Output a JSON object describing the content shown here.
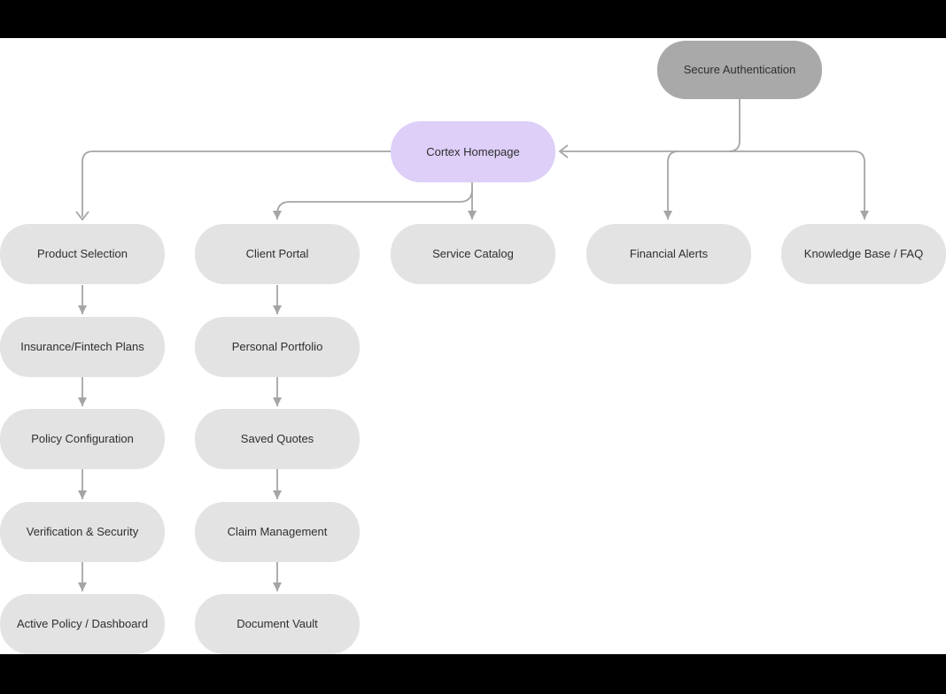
{
  "diagram": {
    "nodes": {
      "secure_auth": "Secure Authentication",
      "cortex_homepage": "Cortex Homepage",
      "product_selection": "Product Selection",
      "client_portal": "Client Portal",
      "service_catalog": "Service Catalog",
      "financial_alerts": "Financial Alerts",
      "knowledge_base": "Knowledge Base / FAQ",
      "insurance_fintech": "Insurance/Fintech Plans",
      "personal_portfolio": "Personal Portfolio",
      "policy_configuration": "Policy Configuration",
      "saved_quotes": "Saved Quotes",
      "verification_security": "Verification & Security",
      "claim_management": "Claim Management",
      "active_policy": "Active Policy / Dashboard",
      "document_vault": "Document Vault"
    },
    "edges": [
      {
        "from": "secure_auth",
        "to": "cortex_homepage"
      },
      {
        "from": "cortex_homepage",
        "to": "product_selection"
      },
      {
        "from": "cortex_homepage",
        "to": "client_portal"
      },
      {
        "from": "cortex_homepage",
        "to": "service_catalog"
      },
      {
        "from": "cortex_homepage",
        "to": "financial_alerts"
      },
      {
        "from": "cortex_homepage",
        "to": "knowledge_base"
      },
      {
        "from": "product_selection",
        "to": "insurance_fintech"
      },
      {
        "from": "insurance_fintech",
        "to": "policy_configuration"
      },
      {
        "from": "policy_configuration",
        "to": "verification_security"
      },
      {
        "from": "verification_security",
        "to": "active_policy"
      },
      {
        "from": "client_portal",
        "to": "personal_portfolio"
      },
      {
        "from": "personal_portfolio",
        "to": "saved_quotes"
      },
      {
        "from": "saved_quotes",
        "to": "claim_management"
      },
      {
        "from": "claim_management",
        "to": "document_vault"
      }
    ]
  },
  "colors": {
    "canvas": "#ffffff",
    "letterbox": "#000000",
    "node_fill": "#e3e3e3",
    "auth_node_fill": "#a9a9a9",
    "homepage_node_fill": "#ddcff8",
    "connector": "#a5a5a5",
    "label_text": "#2f2f2f"
  }
}
